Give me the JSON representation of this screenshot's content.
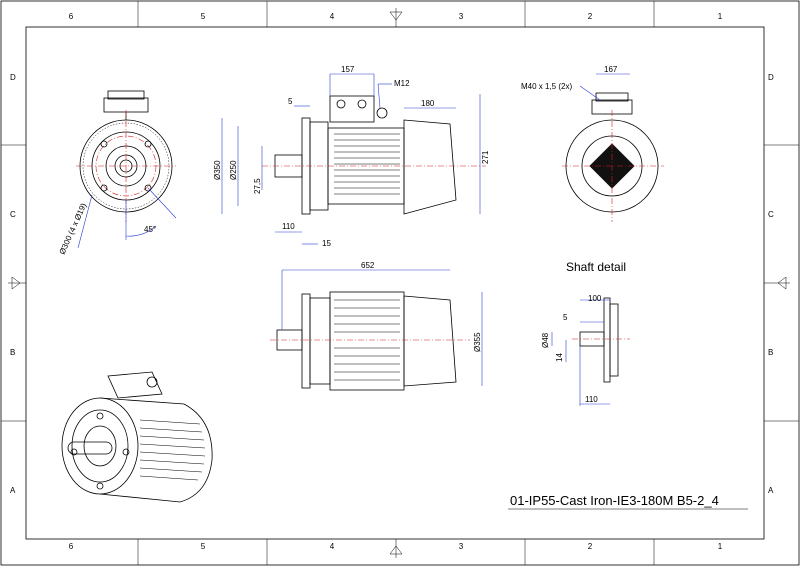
{
  "grid": {
    "columns": [
      "6",
      "5",
      "4",
      "3",
      "2",
      "1"
    ],
    "rows": [
      "D",
      "C",
      "B",
      "A"
    ]
  },
  "title_block": {
    "title": "01-IP55-Cast Iron-IE3-180M B5-2_4"
  },
  "views": {
    "front_view": {
      "pcd_label": "Ø300 (4 x Ø19)",
      "angle_label": "45°"
    },
    "side_view": {
      "dims": {
        "terminal_box_width": "157",
        "terminal_bolt": "M12",
        "flange_step": "5",
        "fan_cover_length": "180",
        "height_271": "271",
        "dia_350": "Ø350",
        "dia_250": "Ø250",
        "shaft_half": "27,5",
        "shaft_length": "110",
        "flange_thickness": "15"
      }
    },
    "rear_view": {
      "cable_gland": "M40 x 1,5 (2x)",
      "box_width": "167"
    },
    "top_view": {
      "overall_length": "652",
      "dia_355": "Ø355"
    },
    "shaft_detail": {
      "heading": "Shaft detail",
      "length_100": "100",
      "step_5": "5",
      "dia_48": "Ø48",
      "key_14": "14",
      "length_110": "110"
    }
  },
  "colors": {
    "dimension": "#2a3fd6",
    "centerline": "#d42020",
    "outline": "#000000"
  }
}
